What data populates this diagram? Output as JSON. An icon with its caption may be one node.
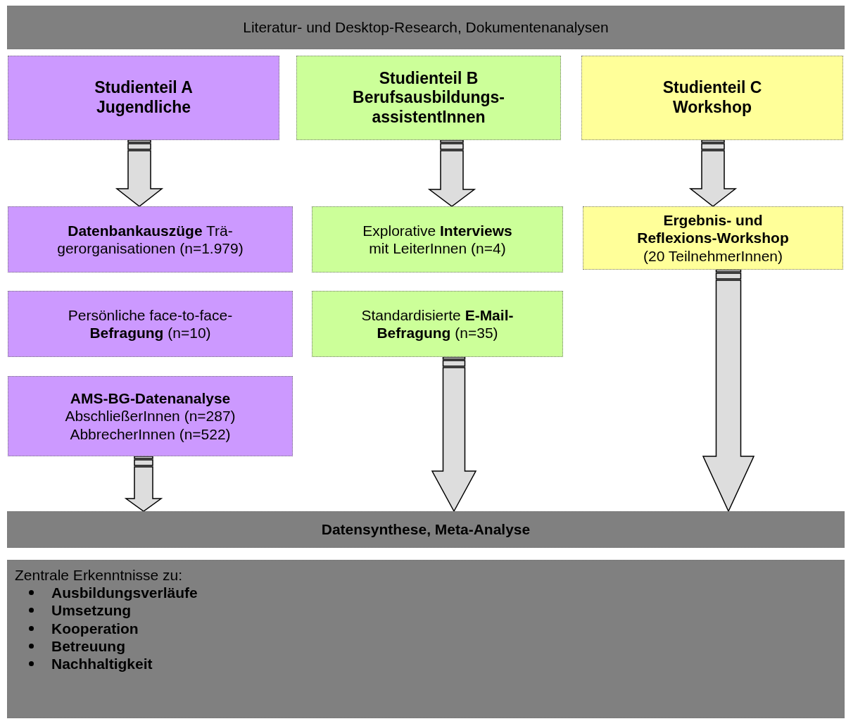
{
  "diagram": {
    "nodes": [
      {
        "text": [
          "Literatur- und Desktop-Research, Dokumentenanalysen"
        ]
      },
      {
        "text": [
          "Studienteil A",
          "Jugendliche"
        ]
      },
      {
        "text": [
          "Studienteil B",
          "Berufsausbildungs- assistentInnen"
        ]
      },
      {
        "text": [
          "Studienteil C",
          "Workshop"
        ]
      },
      {
        "text": [
          "**Datenbankauszüge** Trä- gerorganisationen (n=1.979)"
        ]
      },
      {
        "text": [
          "Explorative **Interviews** mit LeiterInnen (n=4)"
        ]
      },
      {
        "text": [
          "**Ergebnis- und Reflexions-Workshop** (20 TeilnehmerInnen)"
        ]
      },
      {
        "text": [
          "Persönliche face-to-face- **Befragung** (n=10)"
        ]
      },
      {
        "text": [
          "Standardisierte **E-Mail- Befragung** (n=35)"
        ]
      },
      {
        "text": [
          "AMS-BG-Datenanalyse",
          "AbschließerInnen (n=287)",
          "AbbrecherInnen (n=522)"
        ]
      },
      {
        "text": [
          "Datensynthese, Meta-Analyse"
        ]
      },
      {
        "text": [
          "Zentrale Erkenntnisse zu:",
          "Ausbildungsverläufe",
          "Umsetzung",
          "Kooperation",
          "Betreuung",
          "Nachhaltigkeit"
        ]
      }
    ],
    "edges": [
      {
        "from": 1,
        "to": 4,
        "arrow": "to"
      },
      {
        "from": 2,
        "to": 5,
        "arrow": "to"
      },
      {
        "from": 3,
        "to": 6,
        "arrow": "to"
      },
      {
        "from": 9,
        "to": 10,
        "arrow": "to"
      },
      {
        "from": 8,
        "to": 10,
        "arrow": "to"
      },
      {
        "from": 6,
        "to": 10,
        "arrow": "to"
      }
    ]
  }
}
